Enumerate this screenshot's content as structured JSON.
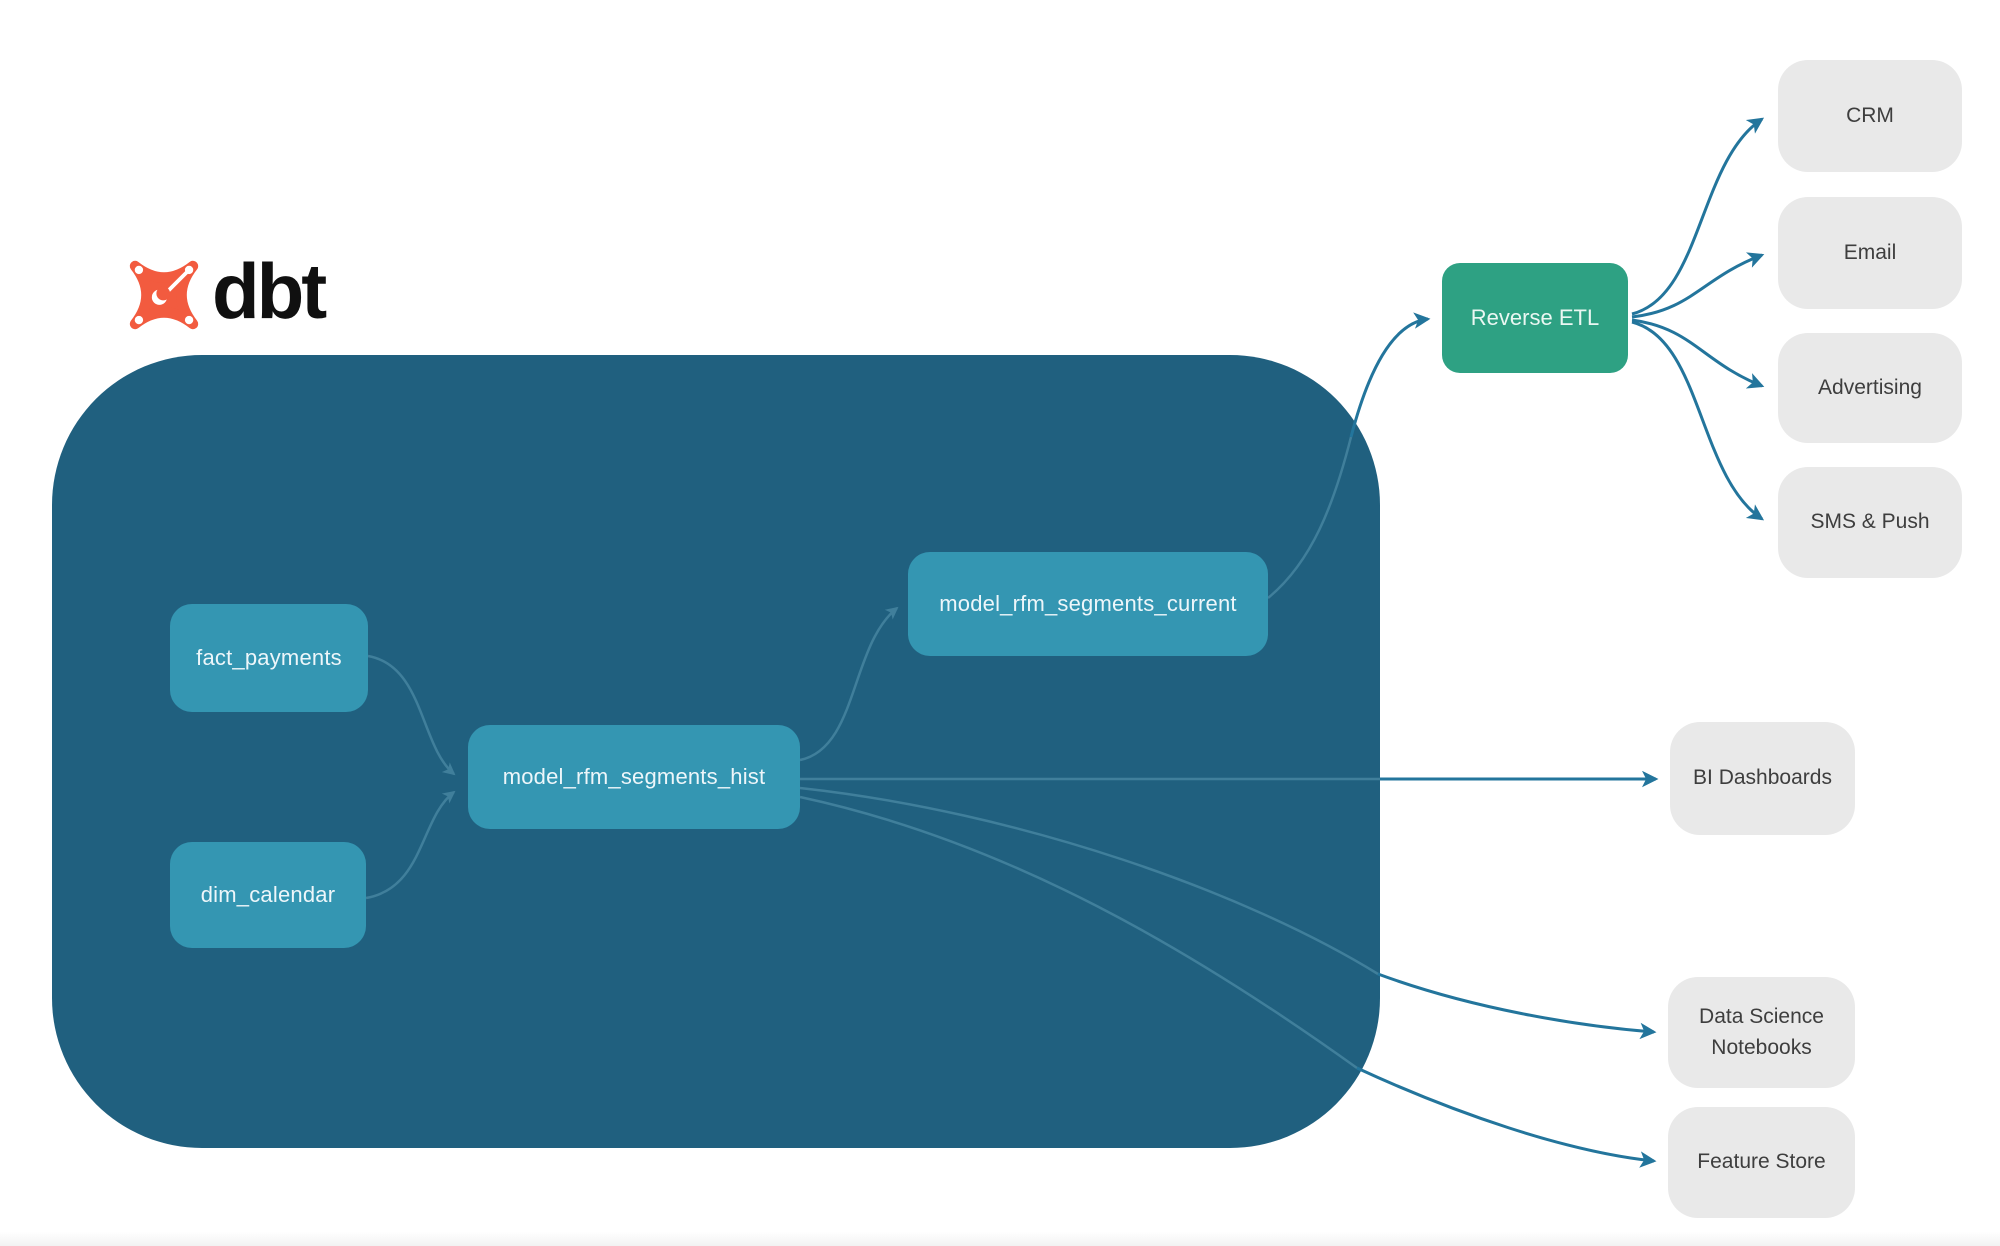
{
  "logo": {
    "text": "dbt"
  },
  "warehouse": {
    "nodes": {
      "fact_payments": "fact_payments",
      "dim_calendar": "dim_calendar",
      "model_rfm_segments_hist": "model_rfm_segments_hist",
      "model_rfm_segments_current": "model_rfm_segments_current"
    }
  },
  "activation": {
    "reverse_etl": "Reverse ETL",
    "destinations": [
      "CRM",
      "Email",
      "Advertising",
      "SMS & Push"
    ]
  },
  "consumers": {
    "bi_dashboards": "BI Dashboards",
    "data_science_notebooks": "Data Science Notebooks",
    "feature_store": "Feature Store"
  },
  "colors": {
    "warehouse_bg": "#20607F",
    "model_node": "#3496B2",
    "reverse_etl_node": "#2EA183",
    "destination_node": "#E9E9E9",
    "destination_text": "#3E3E3E",
    "edge_outer": "#23759C",
    "edge_inner": "#44839F",
    "logo_orange": "#F25B3F",
    "logo_text": "#101010"
  }
}
